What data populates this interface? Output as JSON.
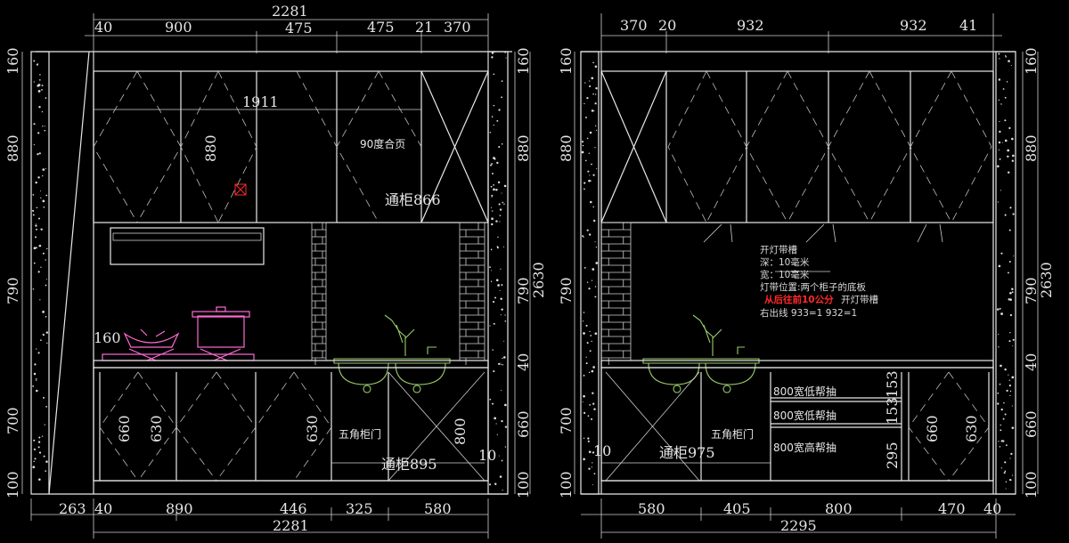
{
  "colors": {
    "background": "#000000",
    "lines": "#e8e8e8",
    "sink": "#9acd6a",
    "stove": "#ff6ad5",
    "highlight": "#ff2a2a"
  },
  "left_elevation": {
    "top_dims": {
      "total": "2281",
      "d1": "40",
      "d2": "900",
      "d3": "475",
      "d4": "475",
      "d5": "21",
      "d6": "370"
    },
    "bottom_dims": {
      "d1": "263",
      "d2": "40",
      "d3": "890",
      "d4": "446",
      "d5": "325",
      "d6": "580",
      "total": "2281"
    },
    "left_dims": [
      "160",
      "880",
      "790",
      "700",
      "100"
    ],
    "right_dims": [
      "160",
      "880",
      "790",
      "40",
      "660",
      "100"
    ],
    "overall_height": "2630",
    "labels": {
      "upper_width": "1911",
      "upper_height": "880",
      "hinge": "90度合页",
      "tall_upper": "通柜866",
      "stove_offset": "160",
      "base_h1": "660",
      "base_h2": "630",
      "base_h3": "630",
      "corner_door": "五角柜门",
      "base_h4": "800",
      "tall_base": "通柜895",
      "gap": "10"
    }
  },
  "right_elevation": {
    "top_dims": {
      "d1": "370",
      "d2": "20",
      "d3": "932",
      "d4": "932",
      "d5": "41"
    },
    "bottom_dims": {
      "d1": "580",
      "d2": "405",
      "d3": "800",
      "d4": "470",
      "d5": "40",
      "total": "2295"
    },
    "left_dims": [
      "160",
      "880",
      "790",
      "700",
      "100"
    ],
    "right_dims": [
      "160",
      "880",
      "790",
      "40",
      "660",
      "100"
    ],
    "overall_height": "2630",
    "notes": [
      "开灯带槽",
      "深：10毫米",
      "宽：10毫米",
      "灯带位置:两个柜子的底板",
      "从后往前10公分",
      "开灯带槽",
      "右出线  933=1  932=1"
    ],
    "labels": {
      "gap": "10",
      "tall_base": "通柜975",
      "corner_door": "五角柜门",
      "drawer1": "800宽低帮抽",
      "drawer2": "800宽低帮抽",
      "drawer3": "800宽高帮抽",
      "drawer_h1": "153",
      "drawer_h2": "153",
      "drawer_h3": "295",
      "base_h1": "660",
      "base_h2": "630"
    }
  }
}
